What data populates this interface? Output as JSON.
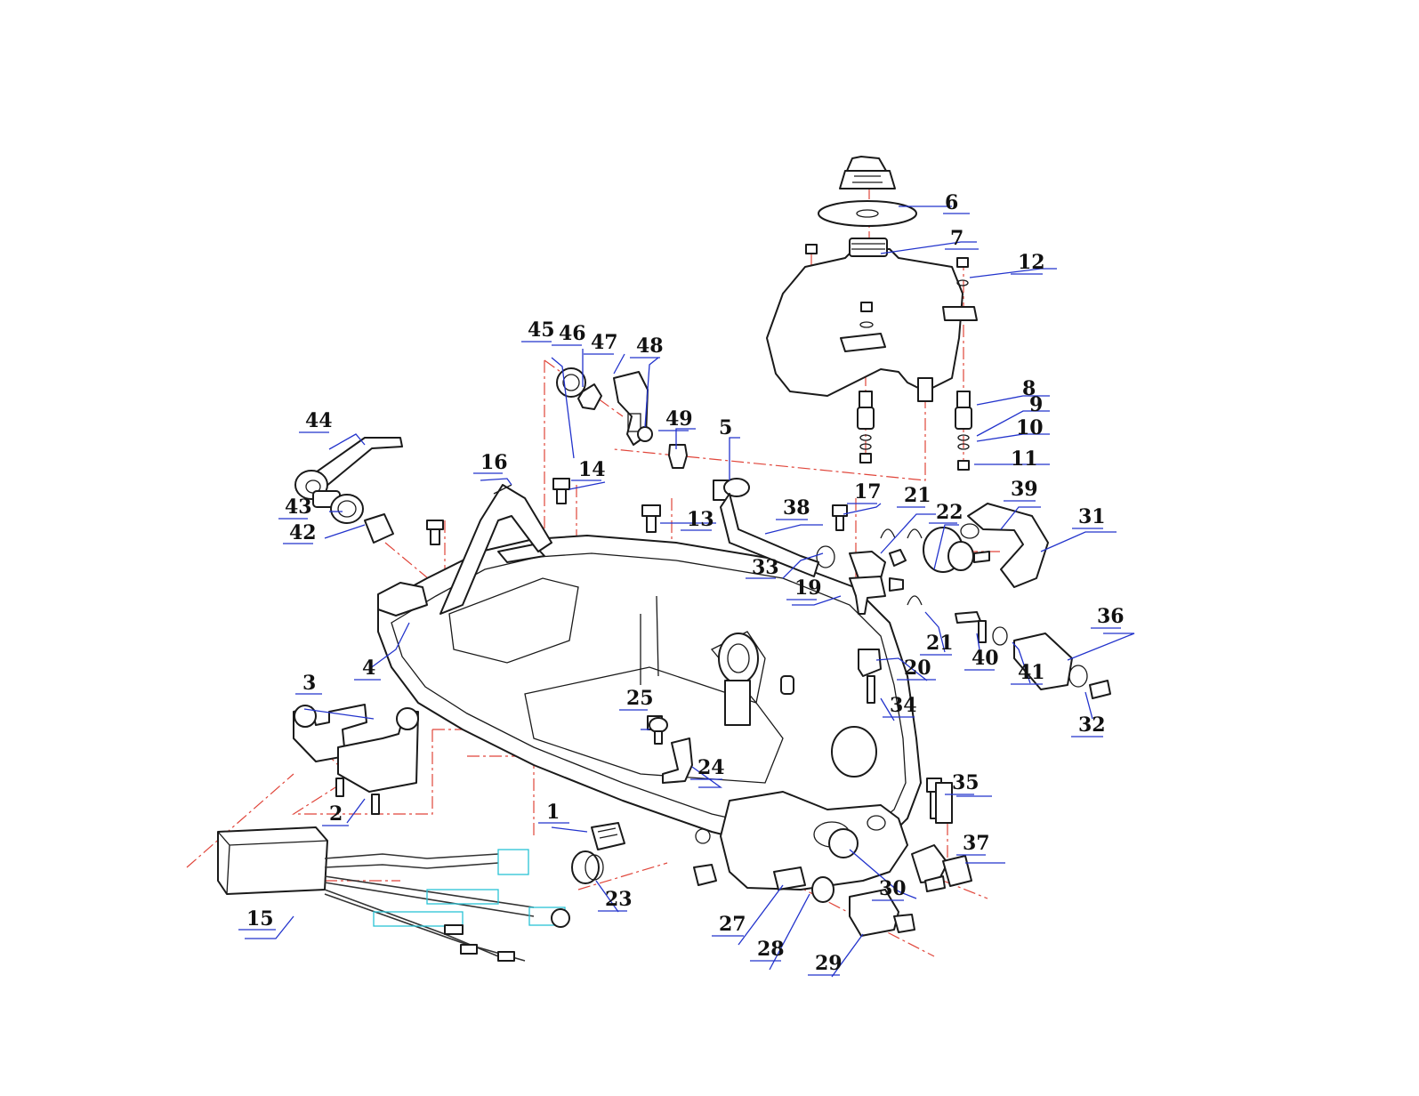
{
  "callouts": [
    {
      "id": "1",
      "label": "1"
    },
    {
      "id": "2",
      "label": "2"
    },
    {
      "id": "3",
      "label": "3"
    },
    {
      "id": "4",
      "label": "4"
    },
    {
      "id": "5",
      "label": "5"
    },
    {
      "id": "6",
      "label": "6"
    },
    {
      "id": "7",
      "label": "7"
    },
    {
      "id": "8",
      "label": "8"
    },
    {
      "id": "9",
      "label": "9"
    },
    {
      "id": "10",
      "label": "10"
    },
    {
      "id": "11",
      "label": "11"
    },
    {
      "id": "12",
      "label": "12"
    },
    {
      "id": "13",
      "label": "13"
    },
    {
      "id": "14",
      "label": "14"
    },
    {
      "id": "15",
      "label": "15"
    },
    {
      "id": "16",
      "label": "16"
    },
    {
      "id": "17",
      "label": "17"
    },
    {
      "id": "19",
      "label": "19"
    },
    {
      "id": "20",
      "label": "20"
    },
    {
      "id": "21a",
      "label": "21"
    },
    {
      "id": "21b",
      "label": "21"
    },
    {
      "id": "22",
      "label": "22"
    },
    {
      "id": "23",
      "label": "23"
    },
    {
      "id": "24",
      "label": "24"
    },
    {
      "id": "25",
      "label": "25"
    },
    {
      "id": "27",
      "label": "27"
    },
    {
      "id": "28",
      "label": "28"
    },
    {
      "id": "29",
      "label": "29"
    },
    {
      "id": "30",
      "label": "30"
    },
    {
      "id": "31",
      "label": "31"
    },
    {
      "id": "32",
      "label": "32"
    },
    {
      "id": "33",
      "label": "33"
    },
    {
      "id": "34",
      "label": "34"
    },
    {
      "id": "35",
      "label": "35"
    },
    {
      "id": "36",
      "label": "36"
    },
    {
      "id": "37",
      "label": "37"
    },
    {
      "id": "38",
      "label": "38"
    },
    {
      "id": "39",
      "label": "39"
    },
    {
      "id": "40",
      "label": "40"
    },
    {
      "id": "41",
      "label": "41"
    },
    {
      "id": "42",
      "label": "42"
    },
    {
      "id": "43",
      "label": "43"
    },
    {
      "id": "44",
      "label": "44"
    },
    {
      "id": "45",
      "label": "45"
    },
    {
      "id": "46",
      "label": "46"
    },
    {
      "id": "47",
      "label": "47"
    },
    {
      "id": "48",
      "label": "48"
    },
    {
      "id": "49",
      "label": "49"
    }
  ]
}
